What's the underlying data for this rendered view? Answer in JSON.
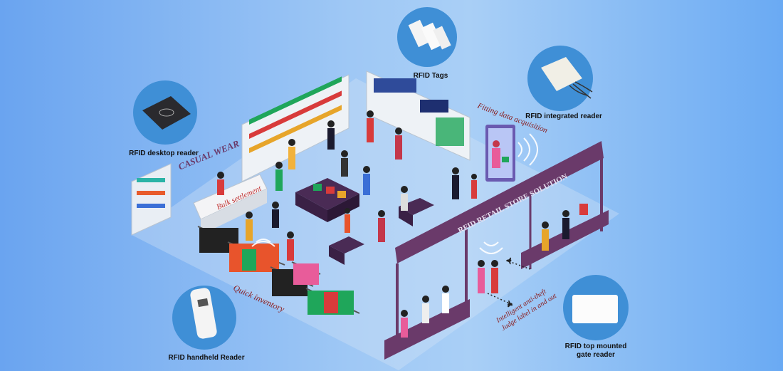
{
  "devices": {
    "tags": "RFID Tags",
    "integrated_reader": "RFID integrated reader",
    "desktop_reader": "RFID desktop reader",
    "handheld_reader": "RFID handheld Reader",
    "gate_reader_line1": "RFID top mounted",
    "gate_reader_line2": "gate reader"
  },
  "scene_labels": {
    "casual_wear": "CASUAL WEAR",
    "bulk_settlement": "Bulk settlement",
    "fitting": "Fitting data acquisition",
    "quick_inventory": "Quick inventory",
    "anti_theft_line1": "Intelligent anti-theft",
    "anti_theft_line2": "Judge label in and out",
    "solution_banner": "RFID RETAIL STORE SOLUTION"
  },
  "colors": {
    "circle": "#3f8fd6",
    "floor_text": "#8b1a1a",
    "frame": "#6a3a6a"
  }
}
